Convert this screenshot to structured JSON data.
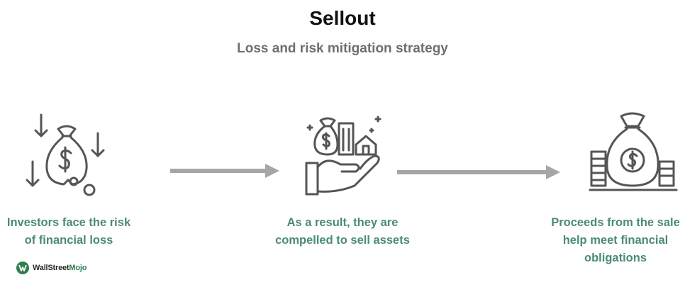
{
  "title": "Sellout",
  "subtitle": "Loss and risk mitigation strategy",
  "steps": [
    {
      "icon": "money-bag-falling-icon",
      "caption": "Investors face the risk of financial loss"
    },
    {
      "icon": "hand-holding-assets-icon",
      "caption": "As a result, they are compelled to sell assets"
    },
    {
      "icon": "money-bag-coins-icon",
      "caption": "Proceeds from the sale help meet financial obligations"
    }
  ],
  "logo": {
    "brand": "WallStreet",
    "accent": "Mojo"
  },
  "colors": {
    "caption": "#4a8a7b",
    "arrow": "#a6a6a6",
    "icon_stroke": "#555555",
    "subtitle": "#6f6f6f"
  }
}
